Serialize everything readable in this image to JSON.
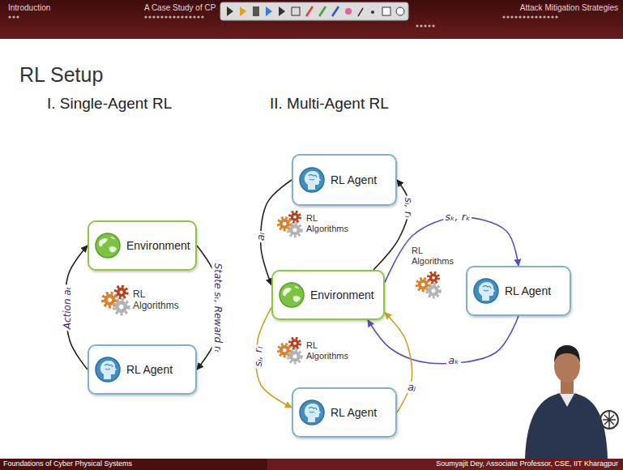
{
  "diagram": {
    "title": "RL Setup",
    "nodes": [
      {
        "text": [
          "Environment"
        ]
      },
      {
        "text": [
          "RL Agent"
        ]
      },
      {
        "text": [
          "RL Agent"
        ]
      },
      {
        "text": [
          "Environment"
        ]
      },
      {
        "text": [
          "RL Agent"
        ]
      },
      {
        "text": [
          "RL Agent"
        ]
      }
    ],
    "edges": [
      {
        "from": 1,
        "to": 0,
        "arrow": "to",
        "label": "Action aₜ"
      },
      {
        "from": 0,
        "to": 1,
        "arrow": "to",
        "label": "State sₜ, Reward rₜ"
      },
      {
        "from": 2,
        "to": 3,
        "arrow": "to",
        "label": "aᵢ"
      },
      {
        "from": 3,
        "to": 2,
        "arrow": "to",
        "label": "sᵢ, rᵢ"
      },
      {
        "from": 3,
        "to": 4,
        "arrow": "to",
        "label": "sₖ, rₖ"
      },
      {
        "from": 4,
        "to": 3,
        "arrow": "to",
        "label": "aₖ"
      },
      {
        "from": 3,
        "to": 5,
        "arrow": "to",
        "label": "sⱼ, rⱼ"
      },
      {
        "from": 5,
        "to": 3,
        "arrow": "to",
        "label": "aⱼ"
      }
    ],
    "labels": [
      "Introduction",
      "A Case Study of CP",
      "Attack Mitigation Strategies",
      "I. Single-Agent RL",
      "II. Multi-Agent RL",
      "RL Algorithms",
      "RL Algorithms",
      "RL Algorithms",
      "RL Algorithms",
      "Foundations of Cyber Physical Systems",
      "Soumyajit Dey, Associate Professor, CSE, IIT Kharagpur"
    ]
  }
}
